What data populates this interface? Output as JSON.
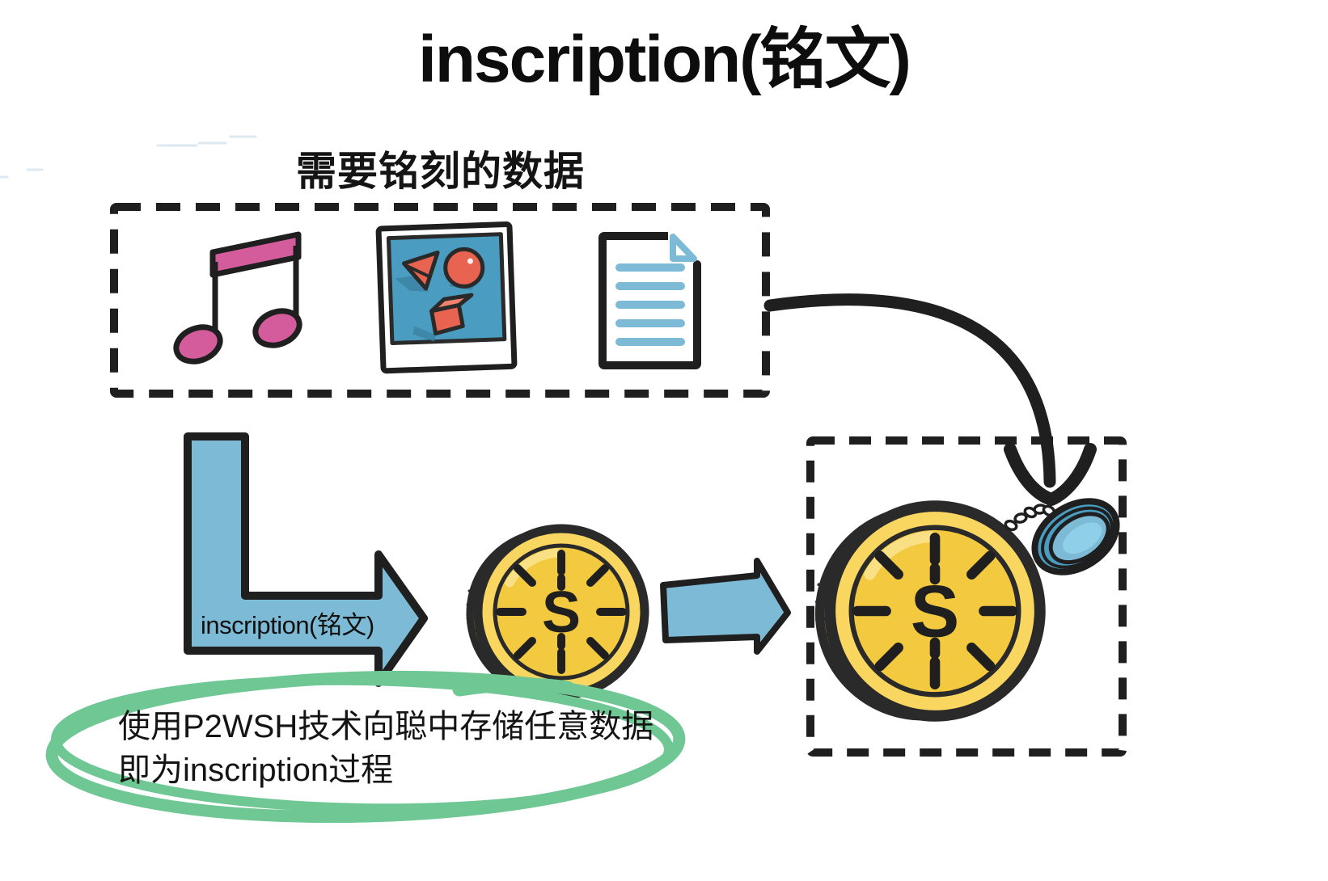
{
  "title": "inscription(铭文)",
  "labels": {
    "data_box": "需要铭刻的数据",
    "l_arrow": "inscription(铭文)"
  },
  "note": {
    "line1": "使用P2WSH技术向聪中存储任意数据",
    "line2": "即为inscription过程"
  },
  "coin": {
    "symbol": "S"
  },
  "icons": {
    "data_box": [
      "music-note-icon",
      "photo-icon",
      "document-icon"
    ],
    "result_box": [
      "satoshi-coin-icon",
      "loupe-icon"
    ]
  },
  "colors": {
    "ink": "#1f1f1f",
    "blue": "#7dbad5",
    "blue_deep": "#4a9cc0",
    "blue_light": "#8fd0e8",
    "pink": "#d45c9d",
    "red": "#e96450",
    "red_light": "#f0826e",
    "shadow_blue": "#3a80a0",
    "gold": "#f8d660",
    "gold_deep": "#f3c93f",
    "gold_dark": "#e5b32f",
    "gold_hi": "#fae084",
    "green": "#6fc794",
    "sketch": "#dce9f0",
    "paper": "#ffffff"
  }
}
